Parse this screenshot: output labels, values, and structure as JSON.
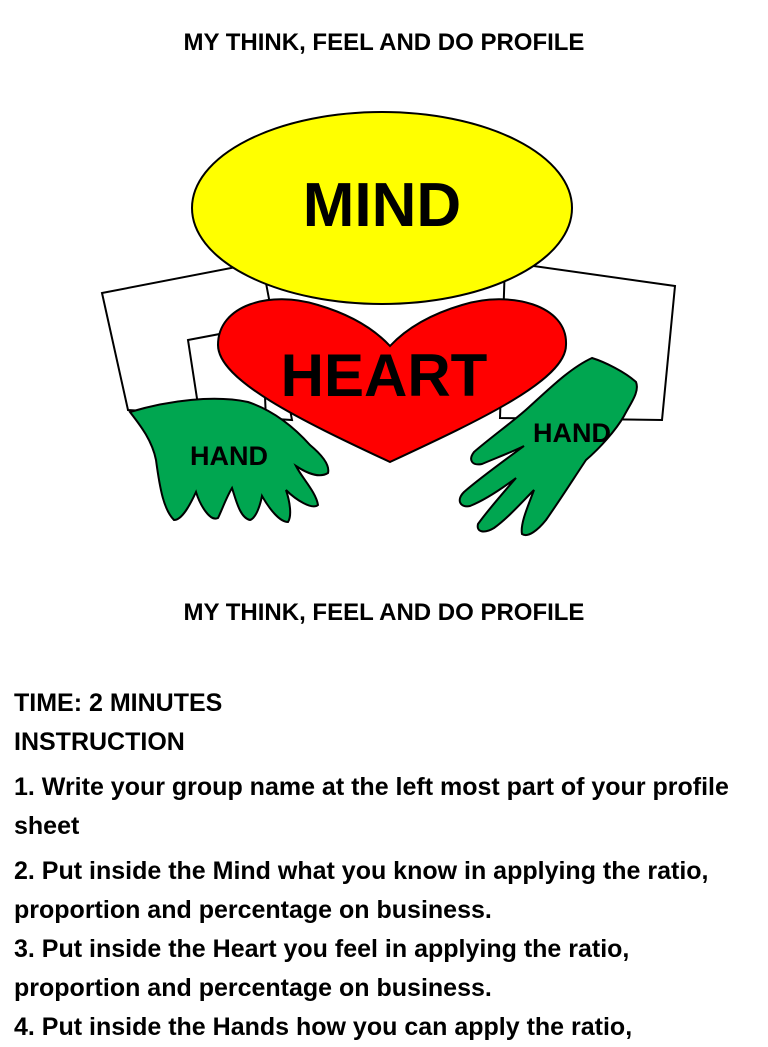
{
  "page": {
    "title_top": "MY THINK, FEEL AND DO PROFILE",
    "title_mid": "MY THINK, FEEL AND DO PROFILE"
  },
  "figure": {
    "mind_label": "MIND",
    "heart_label": "HEART",
    "left_hand_label": "HAND",
    "right_hand_label": "HAND",
    "colors": {
      "mind": "#ffff00",
      "heart": "#ff0000",
      "hand": "#00a650",
      "outline": "#000000"
    }
  },
  "instructions": {
    "time": "TIME: 2 MINUTES",
    "heading": "INSTRUCTION",
    "steps": [
      "1. Write your group name at the left most part of your profile sheet",
      "2. Put inside the Mind what you know in applying  the ratio, proportion and percentage on business.",
      "3. Put inside the Heart you feel in applying the ratio, proportion and percentage on business.",
      "4. Put inside the Hands how you can apply the ratio,"
    ]
  }
}
